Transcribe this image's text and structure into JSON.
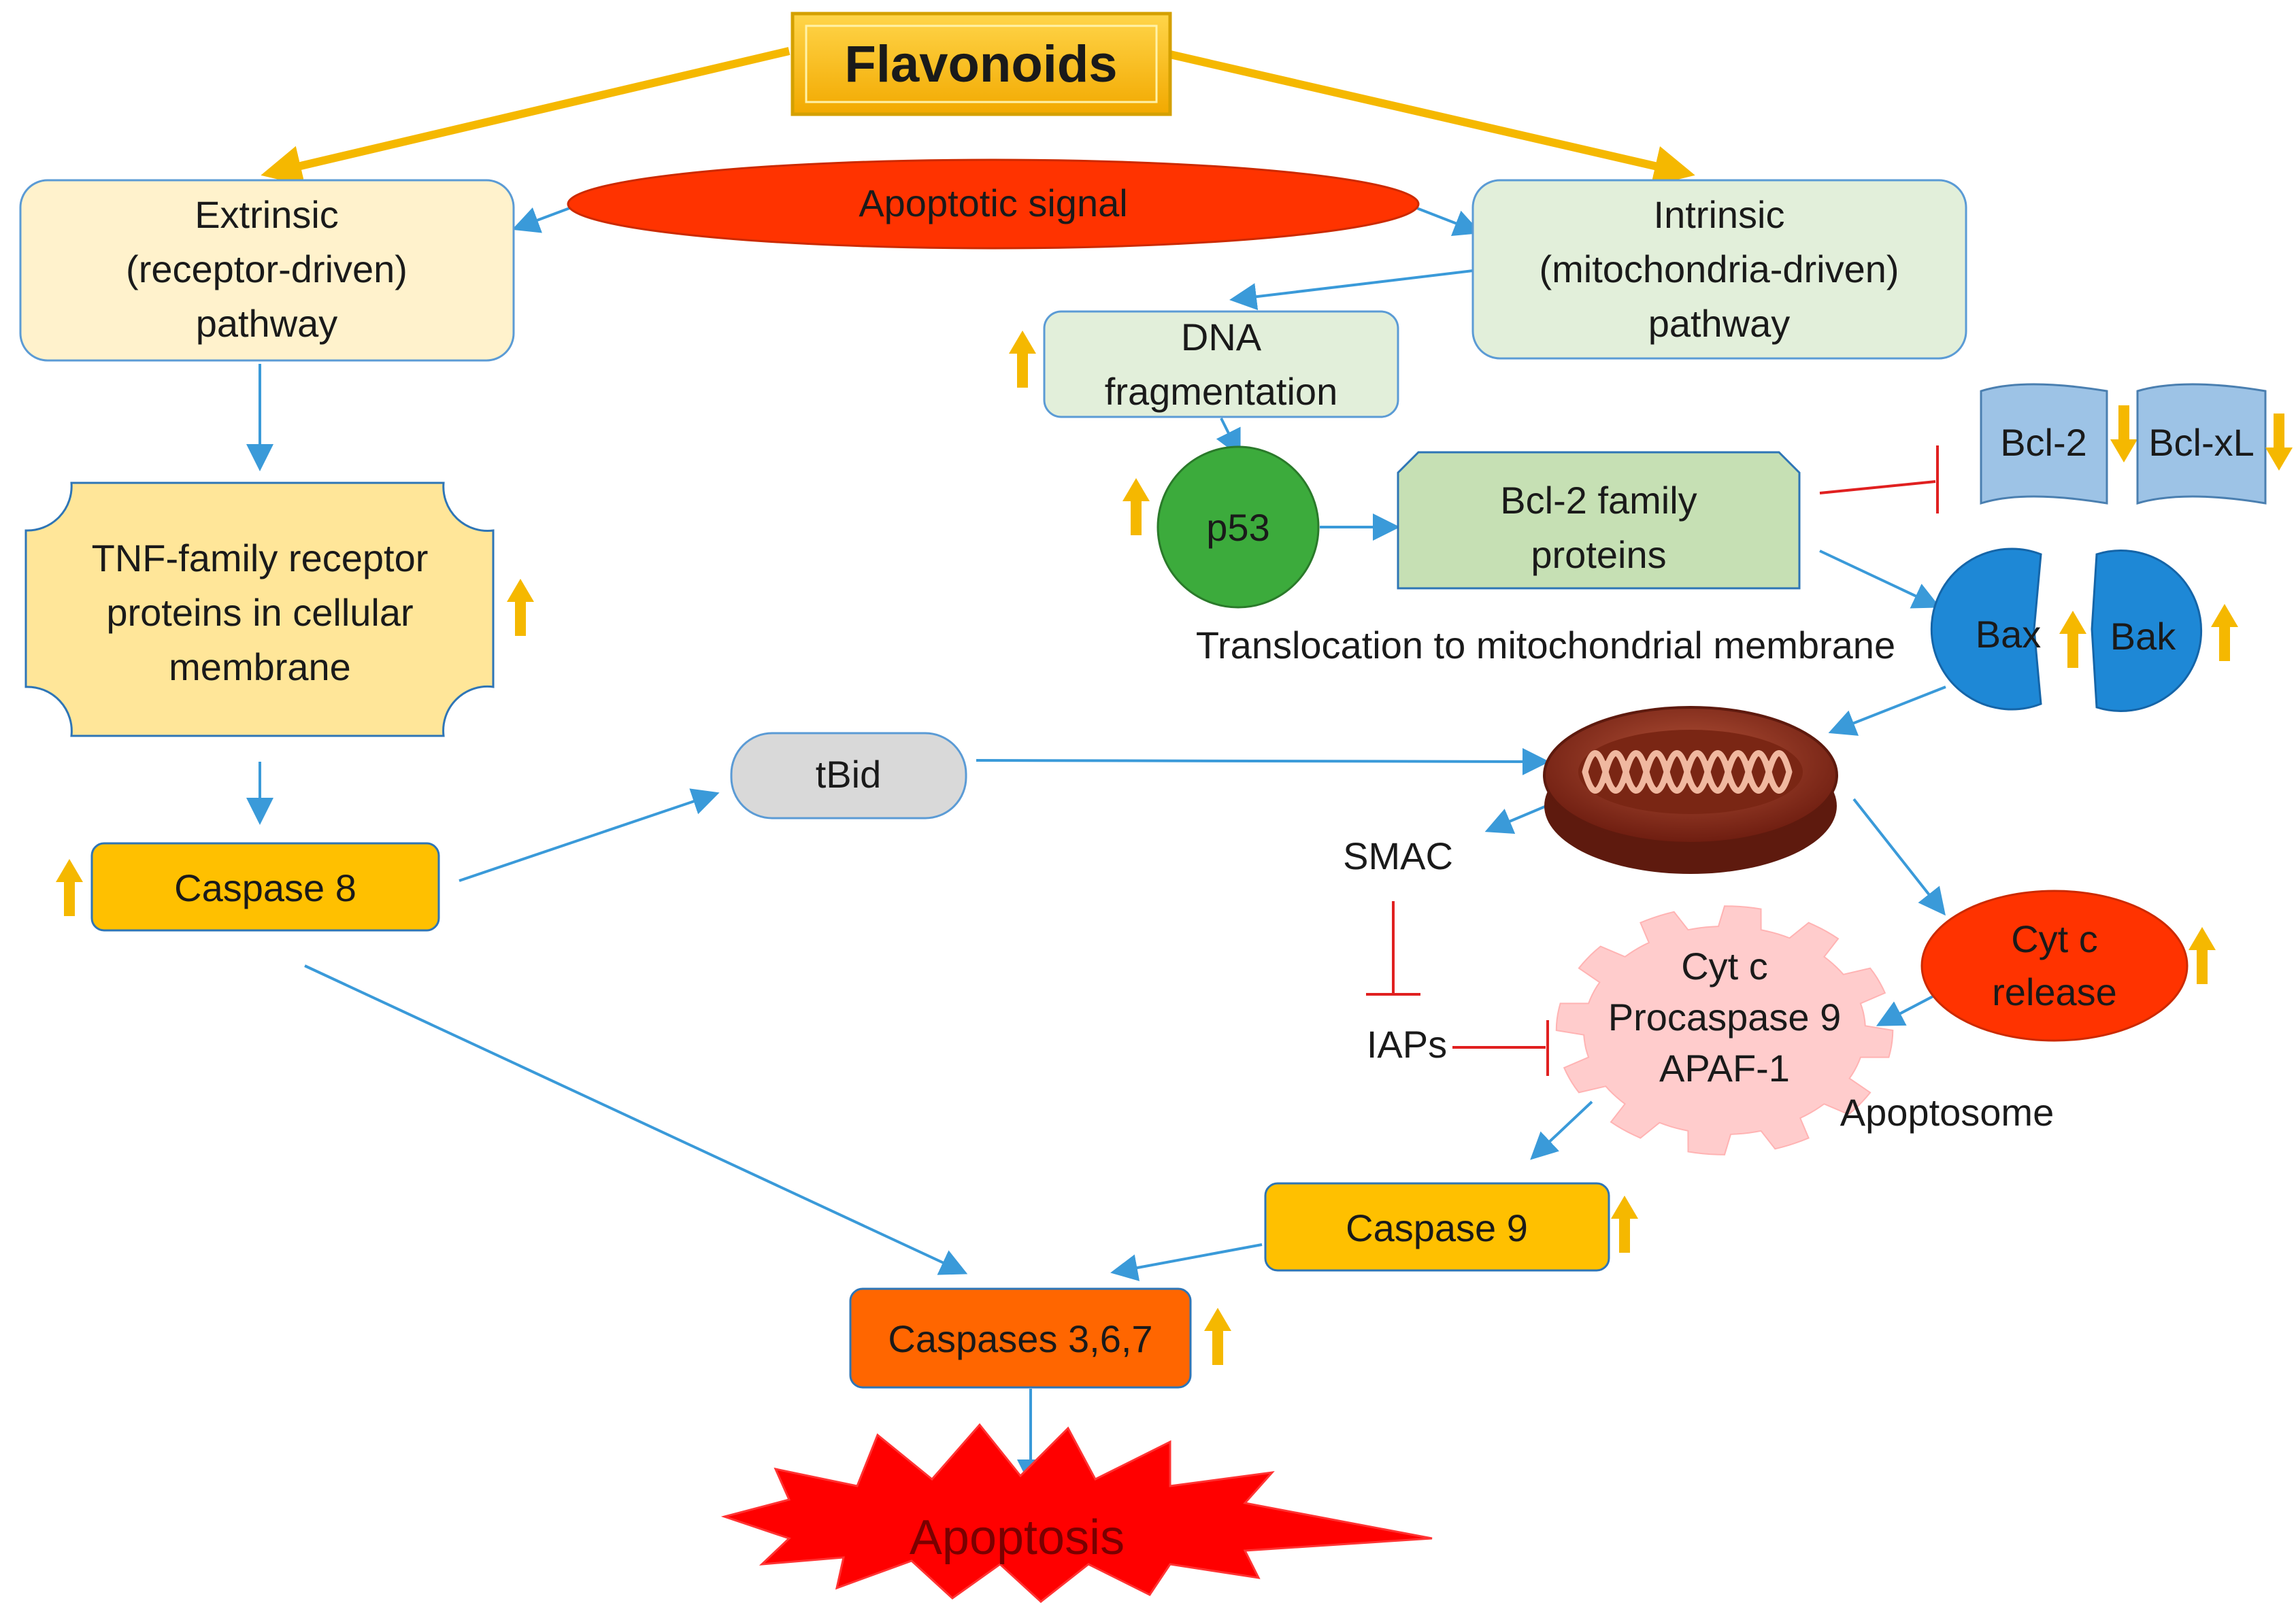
{
  "title": "Flavonoids",
  "nodes": {
    "apoptotic_signal": "Apoptotic signal",
    "extrinsic": [
      "Extrinsic",
      "(receptor-driven)",
      "pathway"
    ],
    "intrinsic": [
      "Intrinsic",
      "(mitochondria-driven)",
      "pathway"
    ],
    "dna_fragmentation": [
      "DNA",
      "fragmentation"
    ],
    "p53": "p53",
    "bcl2_family": [
      "Bcl-2 family",
      "proteins"
    ],
    "bcl2": "Bcl-2",
    "bclxl": "Bcl-xL",
    "bax": "Bax",
    "bak": "Bak",
    "translocation": "Translocation to mitochondrial membrane",
    "tnf": [
      "TNF-family receptor",
      "proteins in cellular",
      "membrane"
    ],
    "tbid": "tBid",
    "caspase8": "Caspase 8",
    "smac": "SMAC",
    "iaps": "IAPs",
    "apoptosome_content": [
      "Cyt c",
      "Procaspase 9",
      "APAF-1"
    ],
    "apoptosome": "Apoptosome",
    "cytc_release": [
      "Cyt c",
      "release"
    ],
    "caspase9": "Caspase 9",
    "caspases367": "Caspases 3,6,7",
    "apoptosis": "Apoptosis"
  },
  "colors": {
    "flavonoid_arrow": "#f5b800",
    "flow_arrow": "#3a9ad9",
    "inhibit": "#e02020",
    "up_down_arrow": "#f5b800"
  },
  "regulation": {
    "up": [
      "dna_fragmentation",
      "p53",
      "tnf",
      "caspase8",
      "bax",
      "bak",
      "cytc_release",
      "caspase9",
      "caspases367"
    ],
    "down": [
      "bcl2",
      "bclxl"
    ]
  }
}
